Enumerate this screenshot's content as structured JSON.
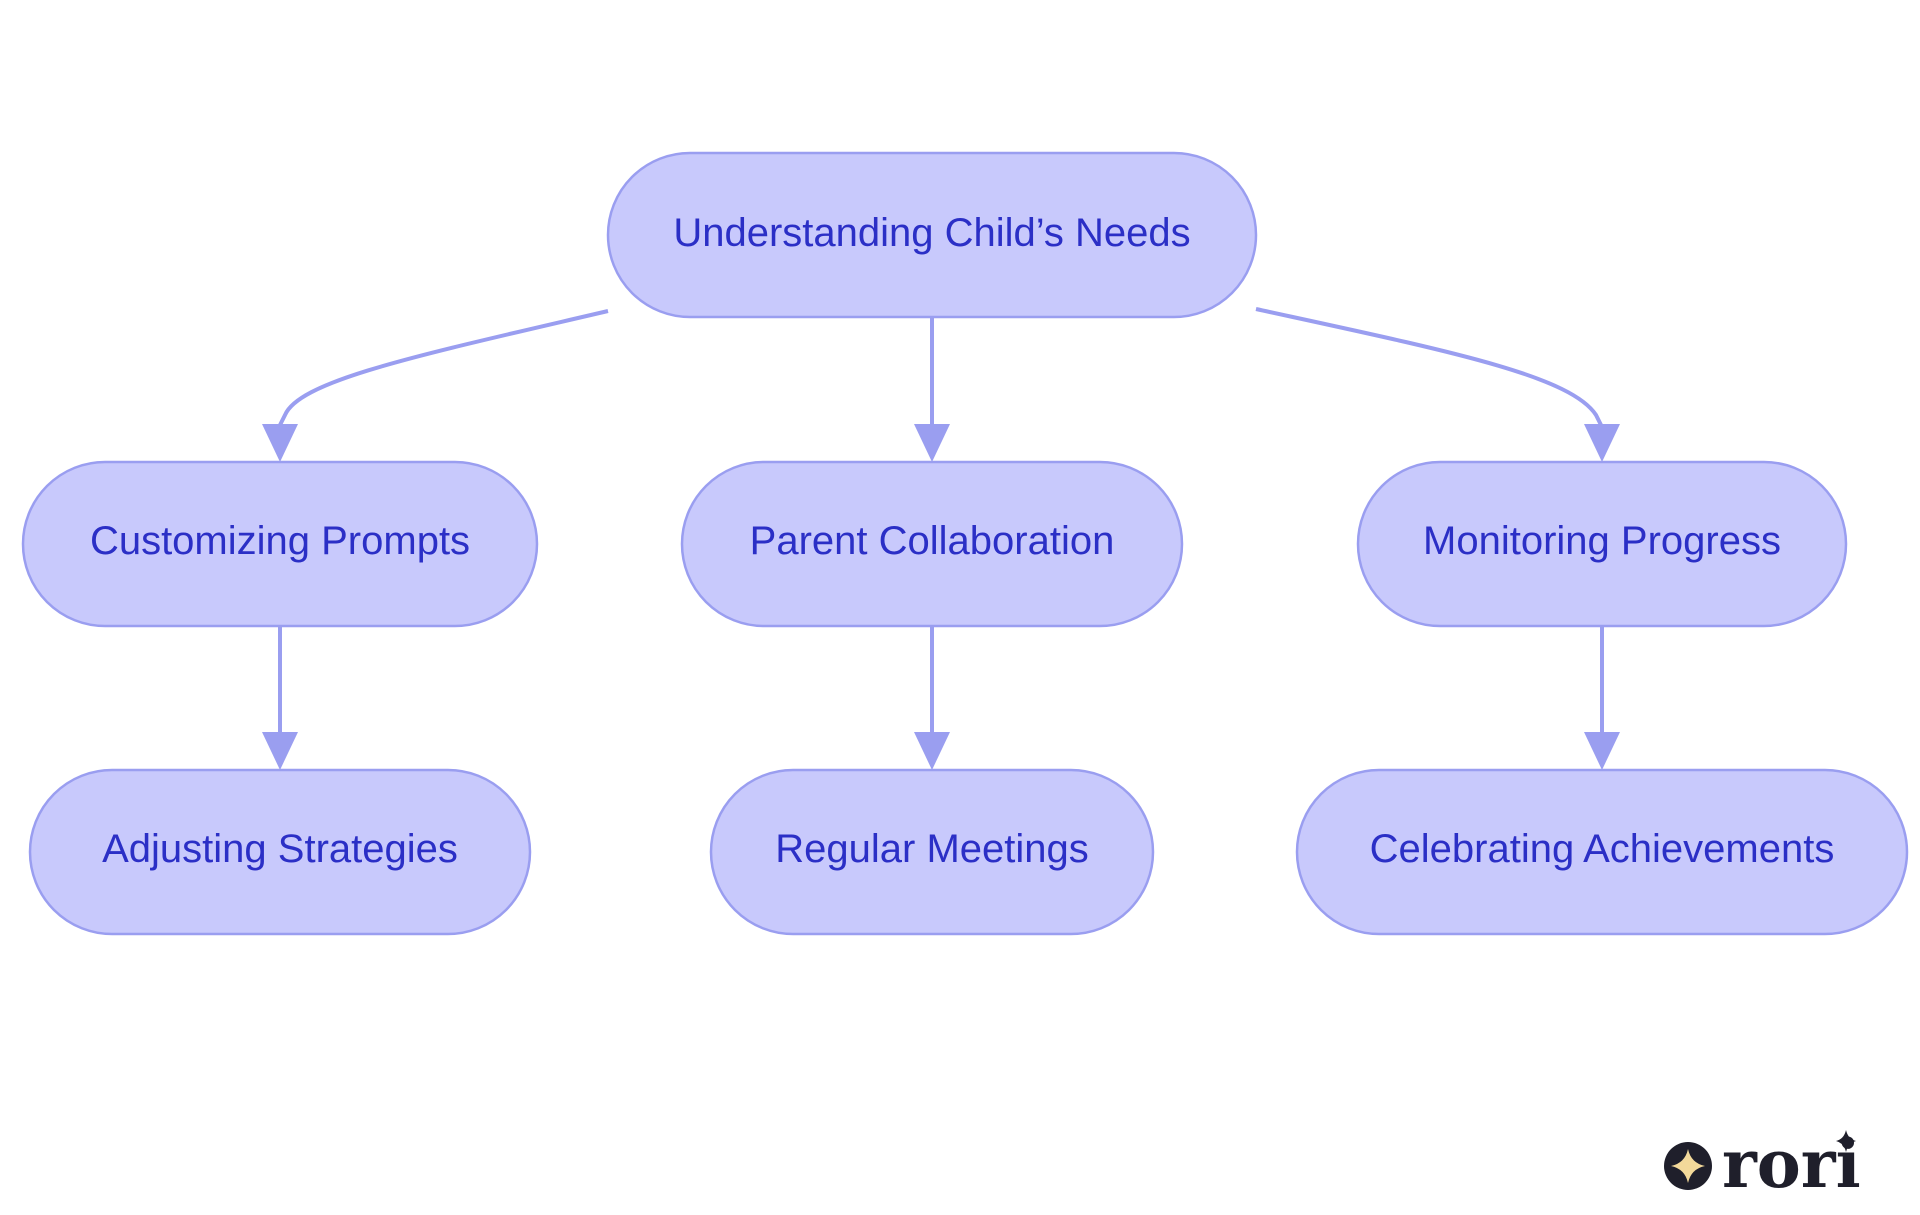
{
  "colors": {
    "node_fill": "#c8c9fc",
    "node_stroke": "#9a9ef0",
    "node_text": "#2b2fc6",
    "edge": "#9a9ef0",
    "logo_dark": "#1f1f2b",
    "logo_star": "#f3d99a"
  },
  "nodes": {
    "root": {
      "label": "Understanding Child’s Needs"
    },
    "customizing": {
      "label": "Customizing Prompts"
    },
    "collaboration": {
      "label": "Parent Collaboration"
    },
    "monitoring": {
      "label": "Monitoring Progress"
    },
    "adjusting": {
      "label": "Adjusting Strategies"
    },
    "meetings": {
      "label": "Regular Meetings"
    },
    "celebrating": {
      "label": "Celebrating Achievements"
    }
  },
  "edges": [
    {
      "from": "root",
      "to": "customizing"
    },
    {
      "from": "root",
      "to": "collaboration"
    },
    {
      "from": "root",
      "to": "monitoring"
    },
    {
      "from": "customizing",
      "to": "adjusting"
    },
    {
      "from": "collaboration",
      "to": "meetings"
    },
    {
      "from": "monitoring",
      "to": "celebrating"
    }
  ],
  "logo": {
    "text": "rori",
    "icon": "four-point-star-icon"
  }
}
